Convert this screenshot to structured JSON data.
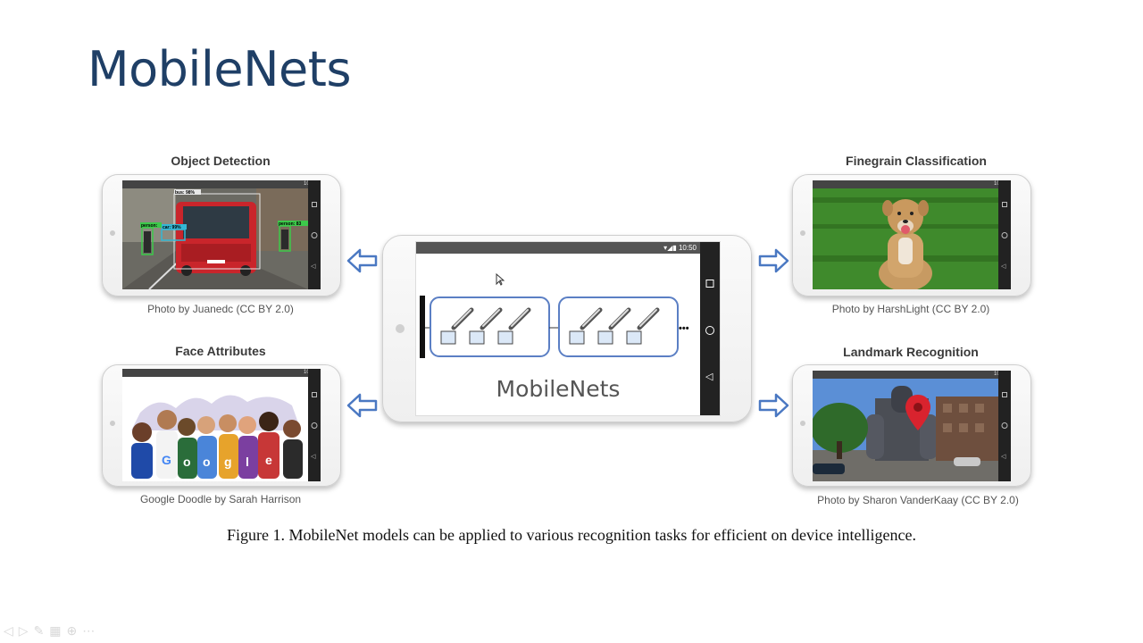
{
  "slide": {
    "title": "MobileNets",
    "caption": "Figure 1. MobileNet models can be applied to various recognition tasks for efficient on device intelligence."
  },
  "panels": {
    "object_detection": {
      "label": "Object Detection",
      "credit": "Photo by Juanedc (CC BY 2.0)",
      "boxes": [
        "bus: 98%",
        "person:",
        "car: 99%",
        "person: 83"
      ]
    },
    "face_attributes": {
      "label": "Face Attributes",
      "credit": "Google Doodle by Sarah Harrison",
      "doodle_letters": [
        "G",
        "o",
        "o",
        "g",
        "l",
        "e"
      ]
    },
    "finegrain": {
      "label": "Finegrain Classification",
      "credit": "Photo by HarshLight (CC BY 2.0)"
    },
    "landmark": {
      "label": "Landmark Recognition",
      "credit": "Photo by Sharon VanderKaay (CC BY 2.0)"
    }
  },
  "center_phone": {
    "status_time": "10:50",
    "label": "MobileNets",
    "ellipsis": "•••"
  },
  "mini_status_time": "10:50",
  "colors": {
    "title": "#1f3f66",
    "arrow": "#4a78c2",
    "block_border": "#5b7fc4",
    "pin": "#d9232e"
  }
}
